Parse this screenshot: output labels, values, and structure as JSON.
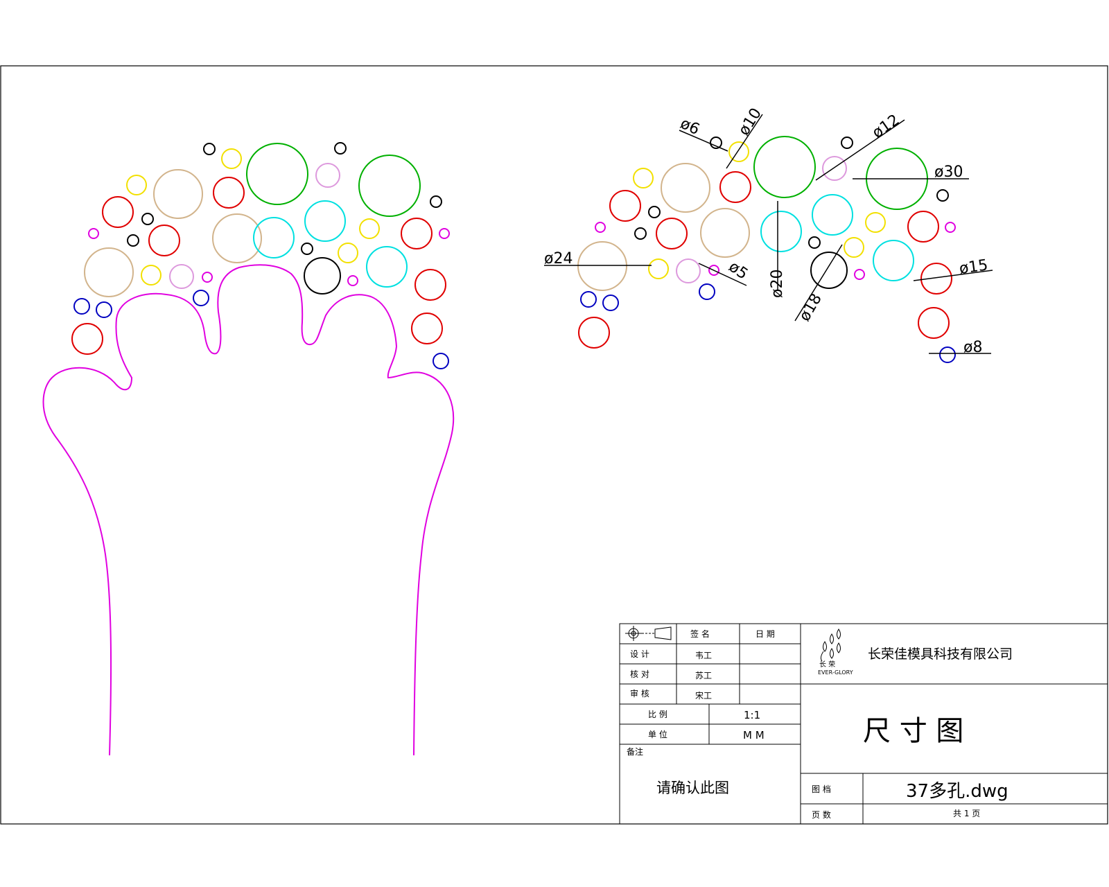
{
  "dimensions": {
    "d6": "ø6",
    "d10": "ø10",
    "d12": "ø12",
    "d30": "ø30",
    "d24": "ø24",
    "d5": "ø5",
    "d20": "ø20",
    "d18": "ø18",
    "d15": "ø15",
    "d8": "ø8"
  },
  "title_block": {
    "sign_header": "签 名",
    "date_header": "日 期",
    "design_label": "设 计",
    "design_name": "韦工",
    "check_label": "核 对",
    "check_name": "苏工",
    "review_label": "审 核",
    "review_name": "宋工",
    "scale_label": "比 例",
    "scale_value": "1:1",
    "unit_label": "单 位",
    "unit_value": "M M",
    "notes_label": "备注",
    "notes_text": "请确认此图",
    "logo_cn": "长 荣",
    "logo_en": "EVER-GLORY",
    "company": "长荣佳模具科技有限公司",
    "drawing_title": "尺  寸  图",
    "file_label": "图 档",
    "file_name": "37多孔.dwg",
    "pages_label": "页 数",
    "pages_value": "共 1 页"
  },
  "colors": {
    "red": "#e00000",
    "yellow": "#f2e000",
    "green": "#00b000",
    "cyan": "#00e0e0",
    "tan": "#d2b48c",
    "pink": "#dd99dd",
    "magenta": "#e000e0",
    "blue": "#0000c0",
    "black": "#000000",
    "outline": "#e000e0"
  }
}
